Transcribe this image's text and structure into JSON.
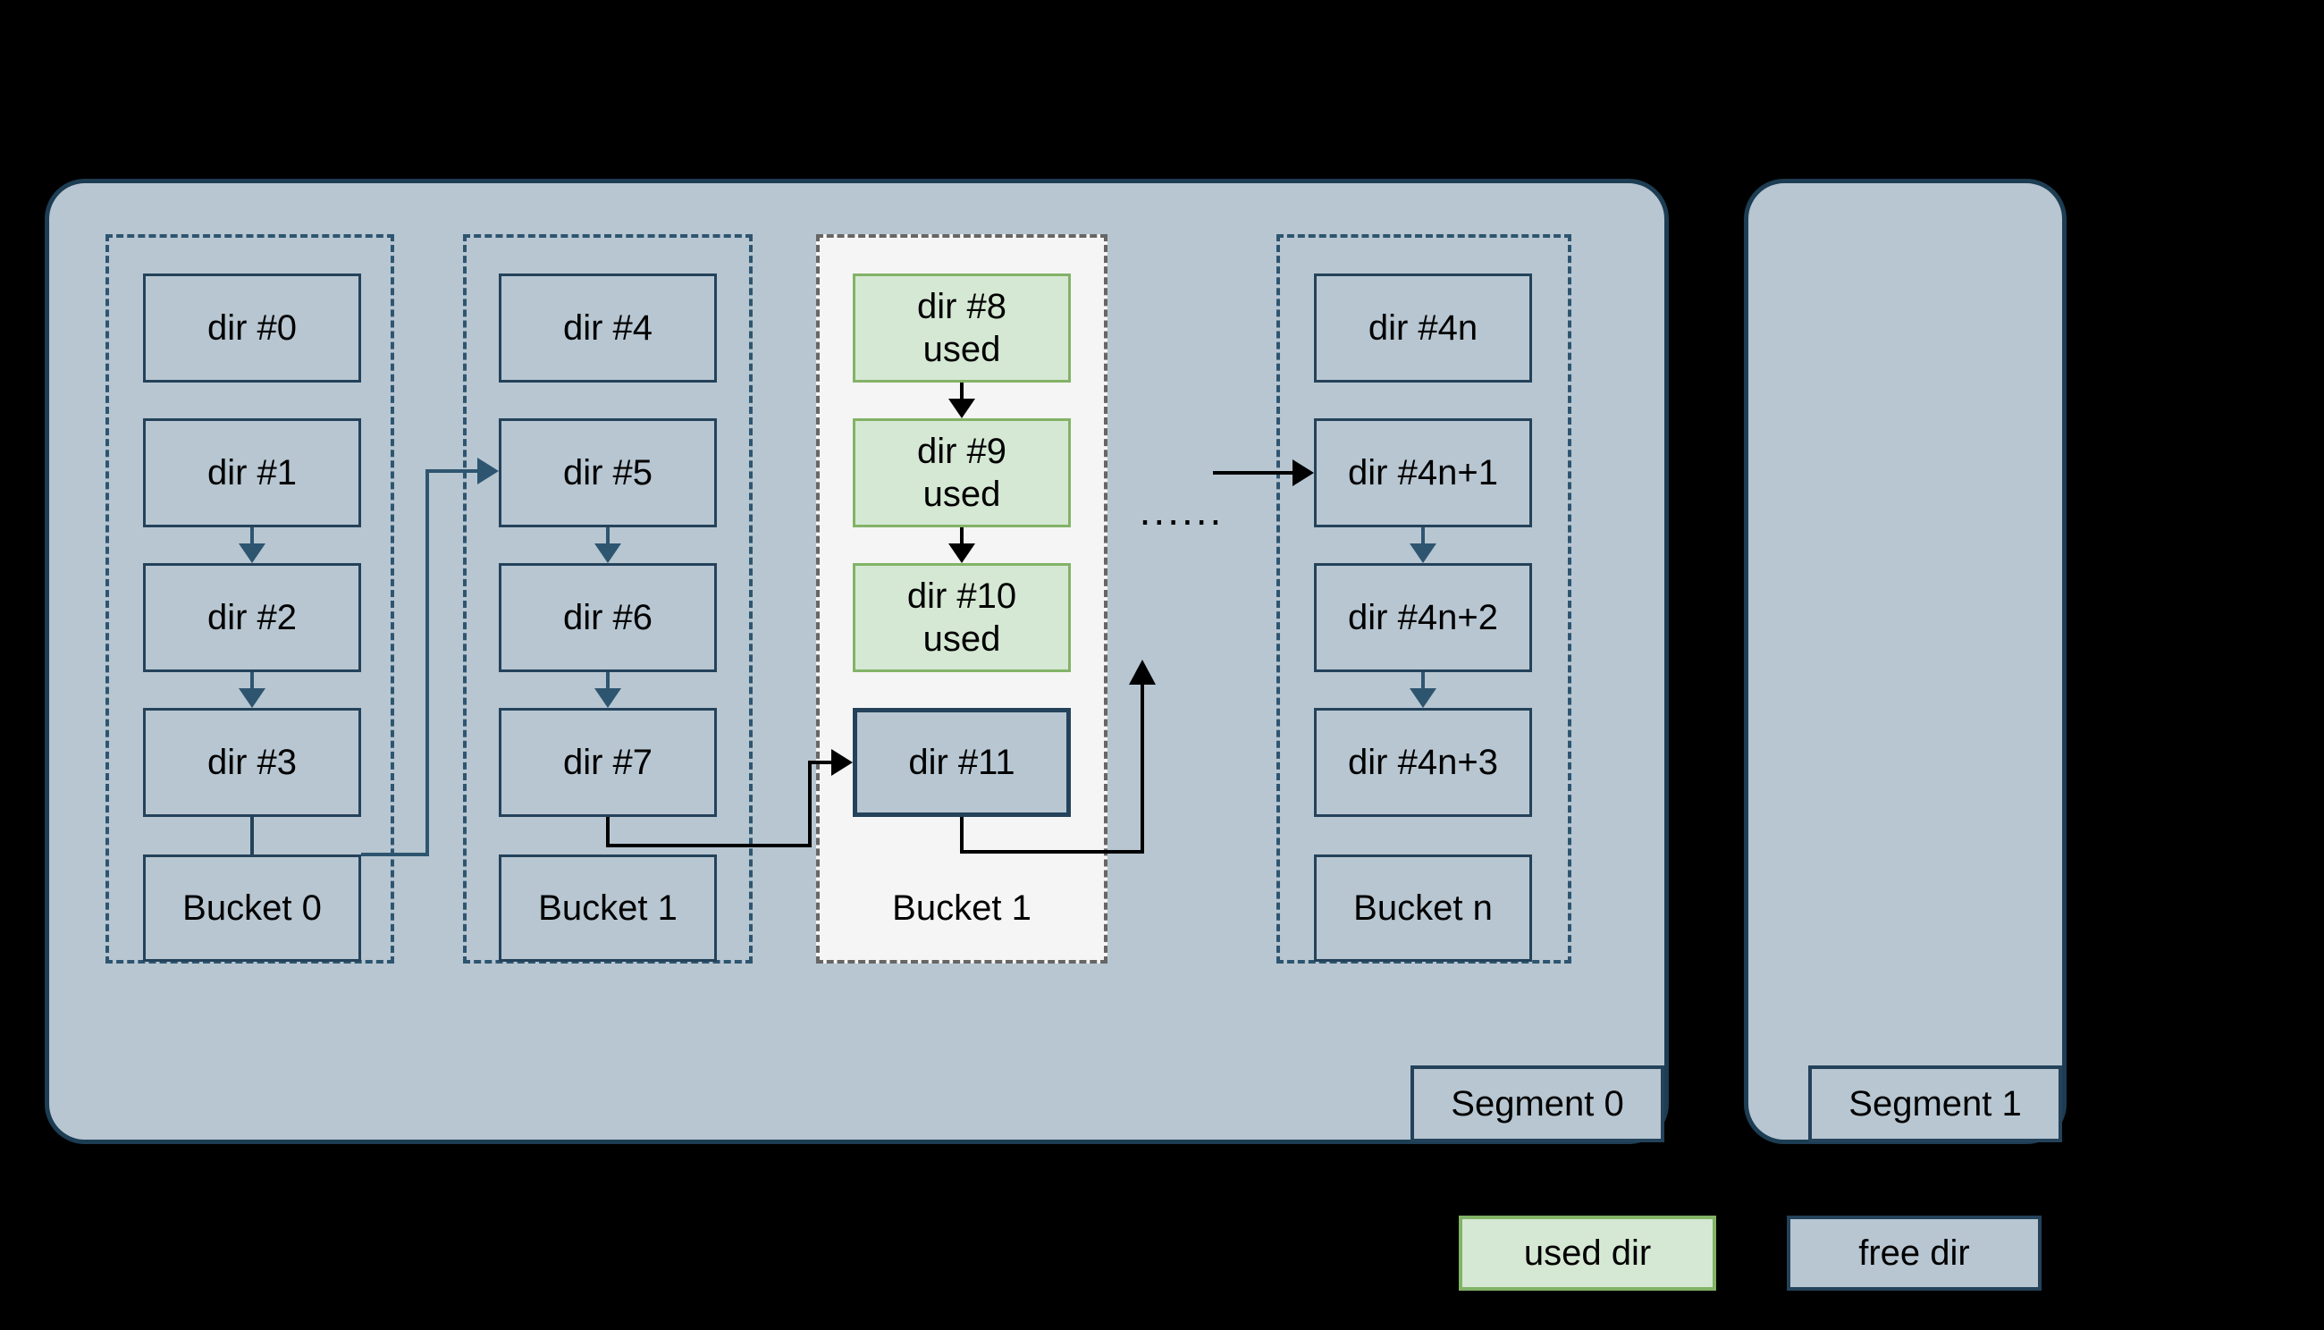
{
  "colors": {
    "background": "#000000",
    "segment_fill": "#b7c6d1",
    "segment_border": "#1d3d53",
    "box_border": "#24425a",
    "dashed_bucket_border": "#2e5570",
    "white_bucket_fill": "#f5f5f5",
    "white_bucket_border": "#666666",
    "used_fill": "#d5e8d4",
    "used_border": "#82b366",
    "free_fill": "#b7c6d1",
    "arrow_black": "#000000",
    "arrow_blue": "#2e5570",
    "text": "#000000"
  },
  "segment0": {
    "label": "Segment 0"
  },
  "segment1": {
    "label": "Segment 1"
  },
  "buckets": [
    {
      "label": "Bucket 0",
      "dirs": [
        "dir #0",
        "dir #1",
        "dir #2",
        "dir #3"
      ]
    },
    {
      "label": "Bucket 1",
      "dirs": [
        "dir #4",
        "dir #5",
        "dir #6",
        "dir #7"
      ]
    },
    {
      "label": "Bucket 1",
      "used_dirs": [
        {
          "label": "dir #8",
          "status": "used"
        },
        {
          "label": "dir #9",
          "status": "used"
        },
        {
          "label": "dir #10",
          "status": "used"
        }
      ],
      "free_dir": "dir #11"
    },
    {
      "label": "Bucket n",
      "dirs": [
        "dir #4n",
        "dir #4n+1",
        "dir #4n+2",
        "dir #4n+3"
      ]
    }
  ],
  "ellipsis": "......",
  "legend": {
    "used": "used dir",
    "free": "free dir"
  }
}
